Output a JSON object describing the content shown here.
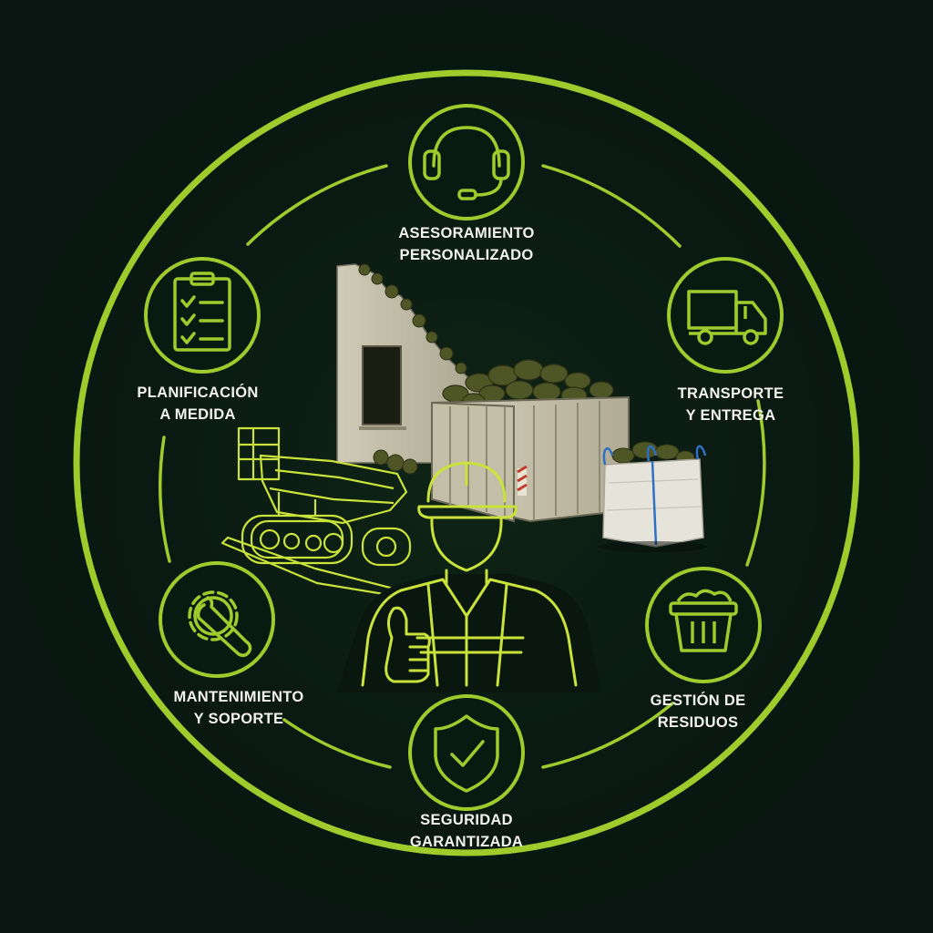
{
  "colors": {
    "background": "#091a10",
    "accent": "#9fcb2d",
    "label_text": "#f2f2ee",
    "wall": "#bdb9a4",
    "container": "#c9c4ae",
    "rubble": "#4f5626",
    "bag": "#e6e4da",
    "bag_straps": "#2f6fc4"
  },
  "services": [
    {
      "id": "asesoramiento",
      "icon": "headset-icon",
      "line1": "ASESORAMIENTO",
      "line2": "PERSONALIZADO"
    },
    {
      "id": "transporte",
      "icon": "truck-icon",
      "line1": "TRANSPORTE",
      "line2": "Y ENTREGA"
    },
    {
      "id": "residuos",
      "icon": "waste-bin-icon",
      "line1": "GESTIÓN DE",
      "line2": "RESIDUOS"
    },
    {
      "id": "seguridad",
      "icon": "shield-check-icon",
      "line1": "SEGURIDAD",
      "line2": "GARANTIZADA"
    },
    {
      "id": "mantenimiento",
      "icon": "gear-wrench-icon",
      "line1": "MANTENIMIENTO",
      "line2": "Y SOPORTE"
    },
    {
      "id": "planificacion",
      "icon": "clipboard-checklist-icon",
      "line1": "PLANIFICACIÓN",
      "line2": "A MEDIDA"
    }
  ],
  "center_illustration": {
    "elements": [
      "ruined-wall",
      "debris-container",
      "tracked-dumper",
      "bulk-bag",
      "worker-thumbs-up"
    ]
  }
}
